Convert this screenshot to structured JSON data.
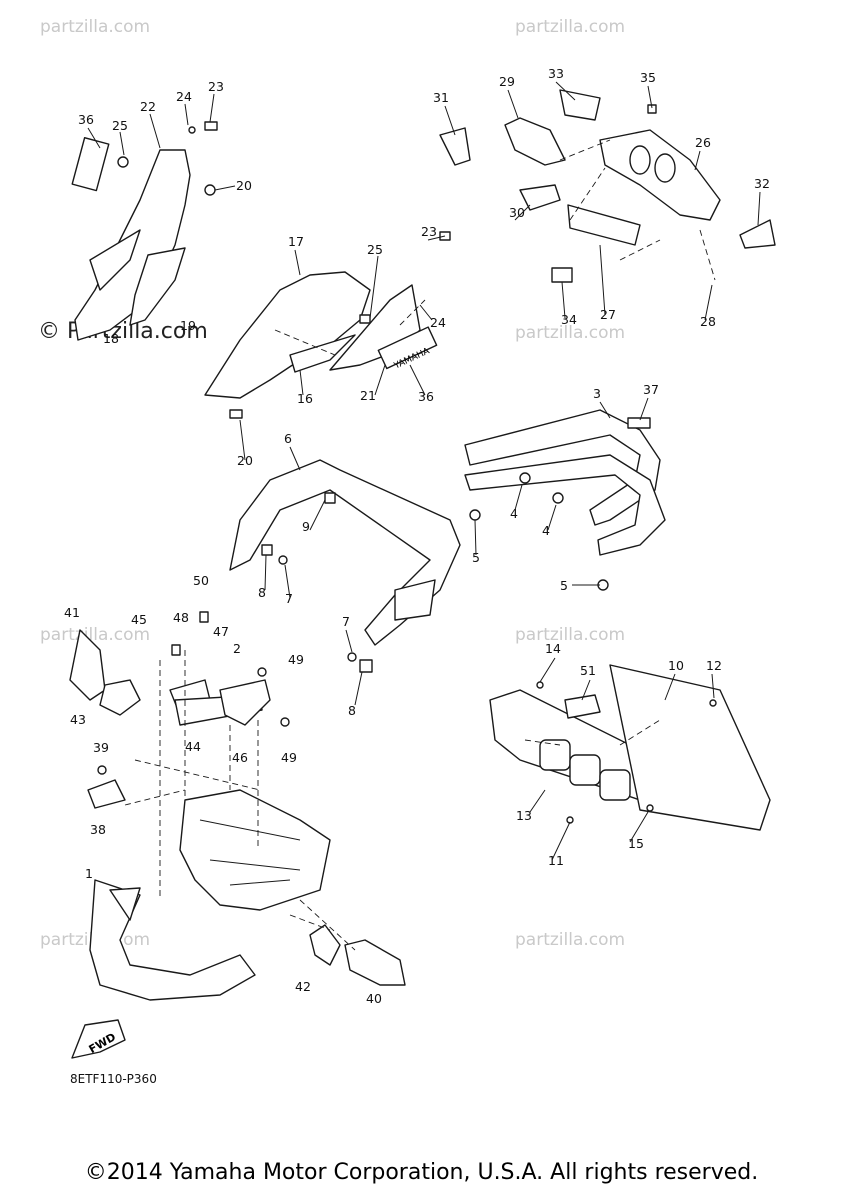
{
  "watermark": "© Partzilla.com",
  "watermark_short": "partzilla.com",
  "diagram_code": "8ETF110-P360",
  "fwd_label": "FWD",
  "emblem_text": "YAMAHA",
  "copyright": "©2014 Yamaha Motor Corporation, U.S.A. All rights reserved.",
  "callouts": [
    "1",
    "2",
    "3",
    "4",
    "4",
    "5",
    "5",
    "5",
    "6",
    "7",
    "7",
    "8",
    "8",
    "9",
    "10",
    "11",
    "12",
    "13",
    "14",
    "15",
    "16",
    "17",
    "18",
    "19",
    "20",
    "20",
    "21",
    "22",
    "23",
    "23",
    "24",
    "24",
    "25",
    "25",
    "26",
    "27",
    "28",
    "29",
    "30",
    "31",
    "32",
    "33",
    "34",
    "35",
    "36",
    "36",
    "37",
    "38",
    "39",
    "40",
    "41",
    "42",
    "43",
    "44",
    "45",
    "46",
    "47",
    "48",
    "49",
    "49",
    "50",
    "51"
  ]
}
